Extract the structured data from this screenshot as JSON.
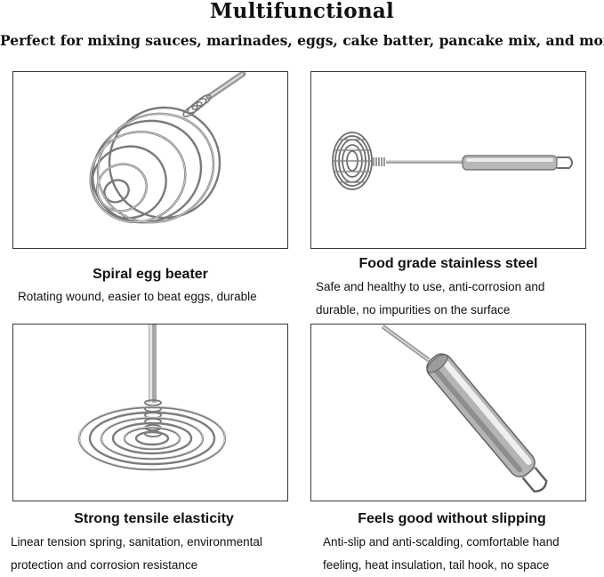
{
  "header": {
    "title": "Multifunctional",
    "subtitle": "Perfect for mixing sauces, marinades, eggs, cake batter, pancake mix, and more"
  },
  "features": [
    {
      "heading": "Spiral egg beater",
      "lines": [
        "Rotating wound, easier to beat eggs, durable"
      ],
      "image_icon": "spiral-whisk-head"
    },
    {
      "heading": "Food grade stainless steel",
      "lines": [
        "Safe and healthy to use, anti-corrosion and",
        "durable, no impurities on the surface"
      ],
      "image_icon": "whisk-full-view"
    },
    {
      "heading": "Strong tensile elasticity",
      "lines": [
        "Linear tension spring, sanitation, environmental",
        "protection and corrosion resistance"
      ],
      "image_icon": "flat-spiral-coil"
    },
    {
      "heading": "Feels good without slipping",
      "lines": [
        "Anti-slip and anti-scalding, comfortable hand",
        "feeling, heat insulation, tail hook, no space"
      ],
      "image_icon": "handle-with-hook"
    }
  ]
}
